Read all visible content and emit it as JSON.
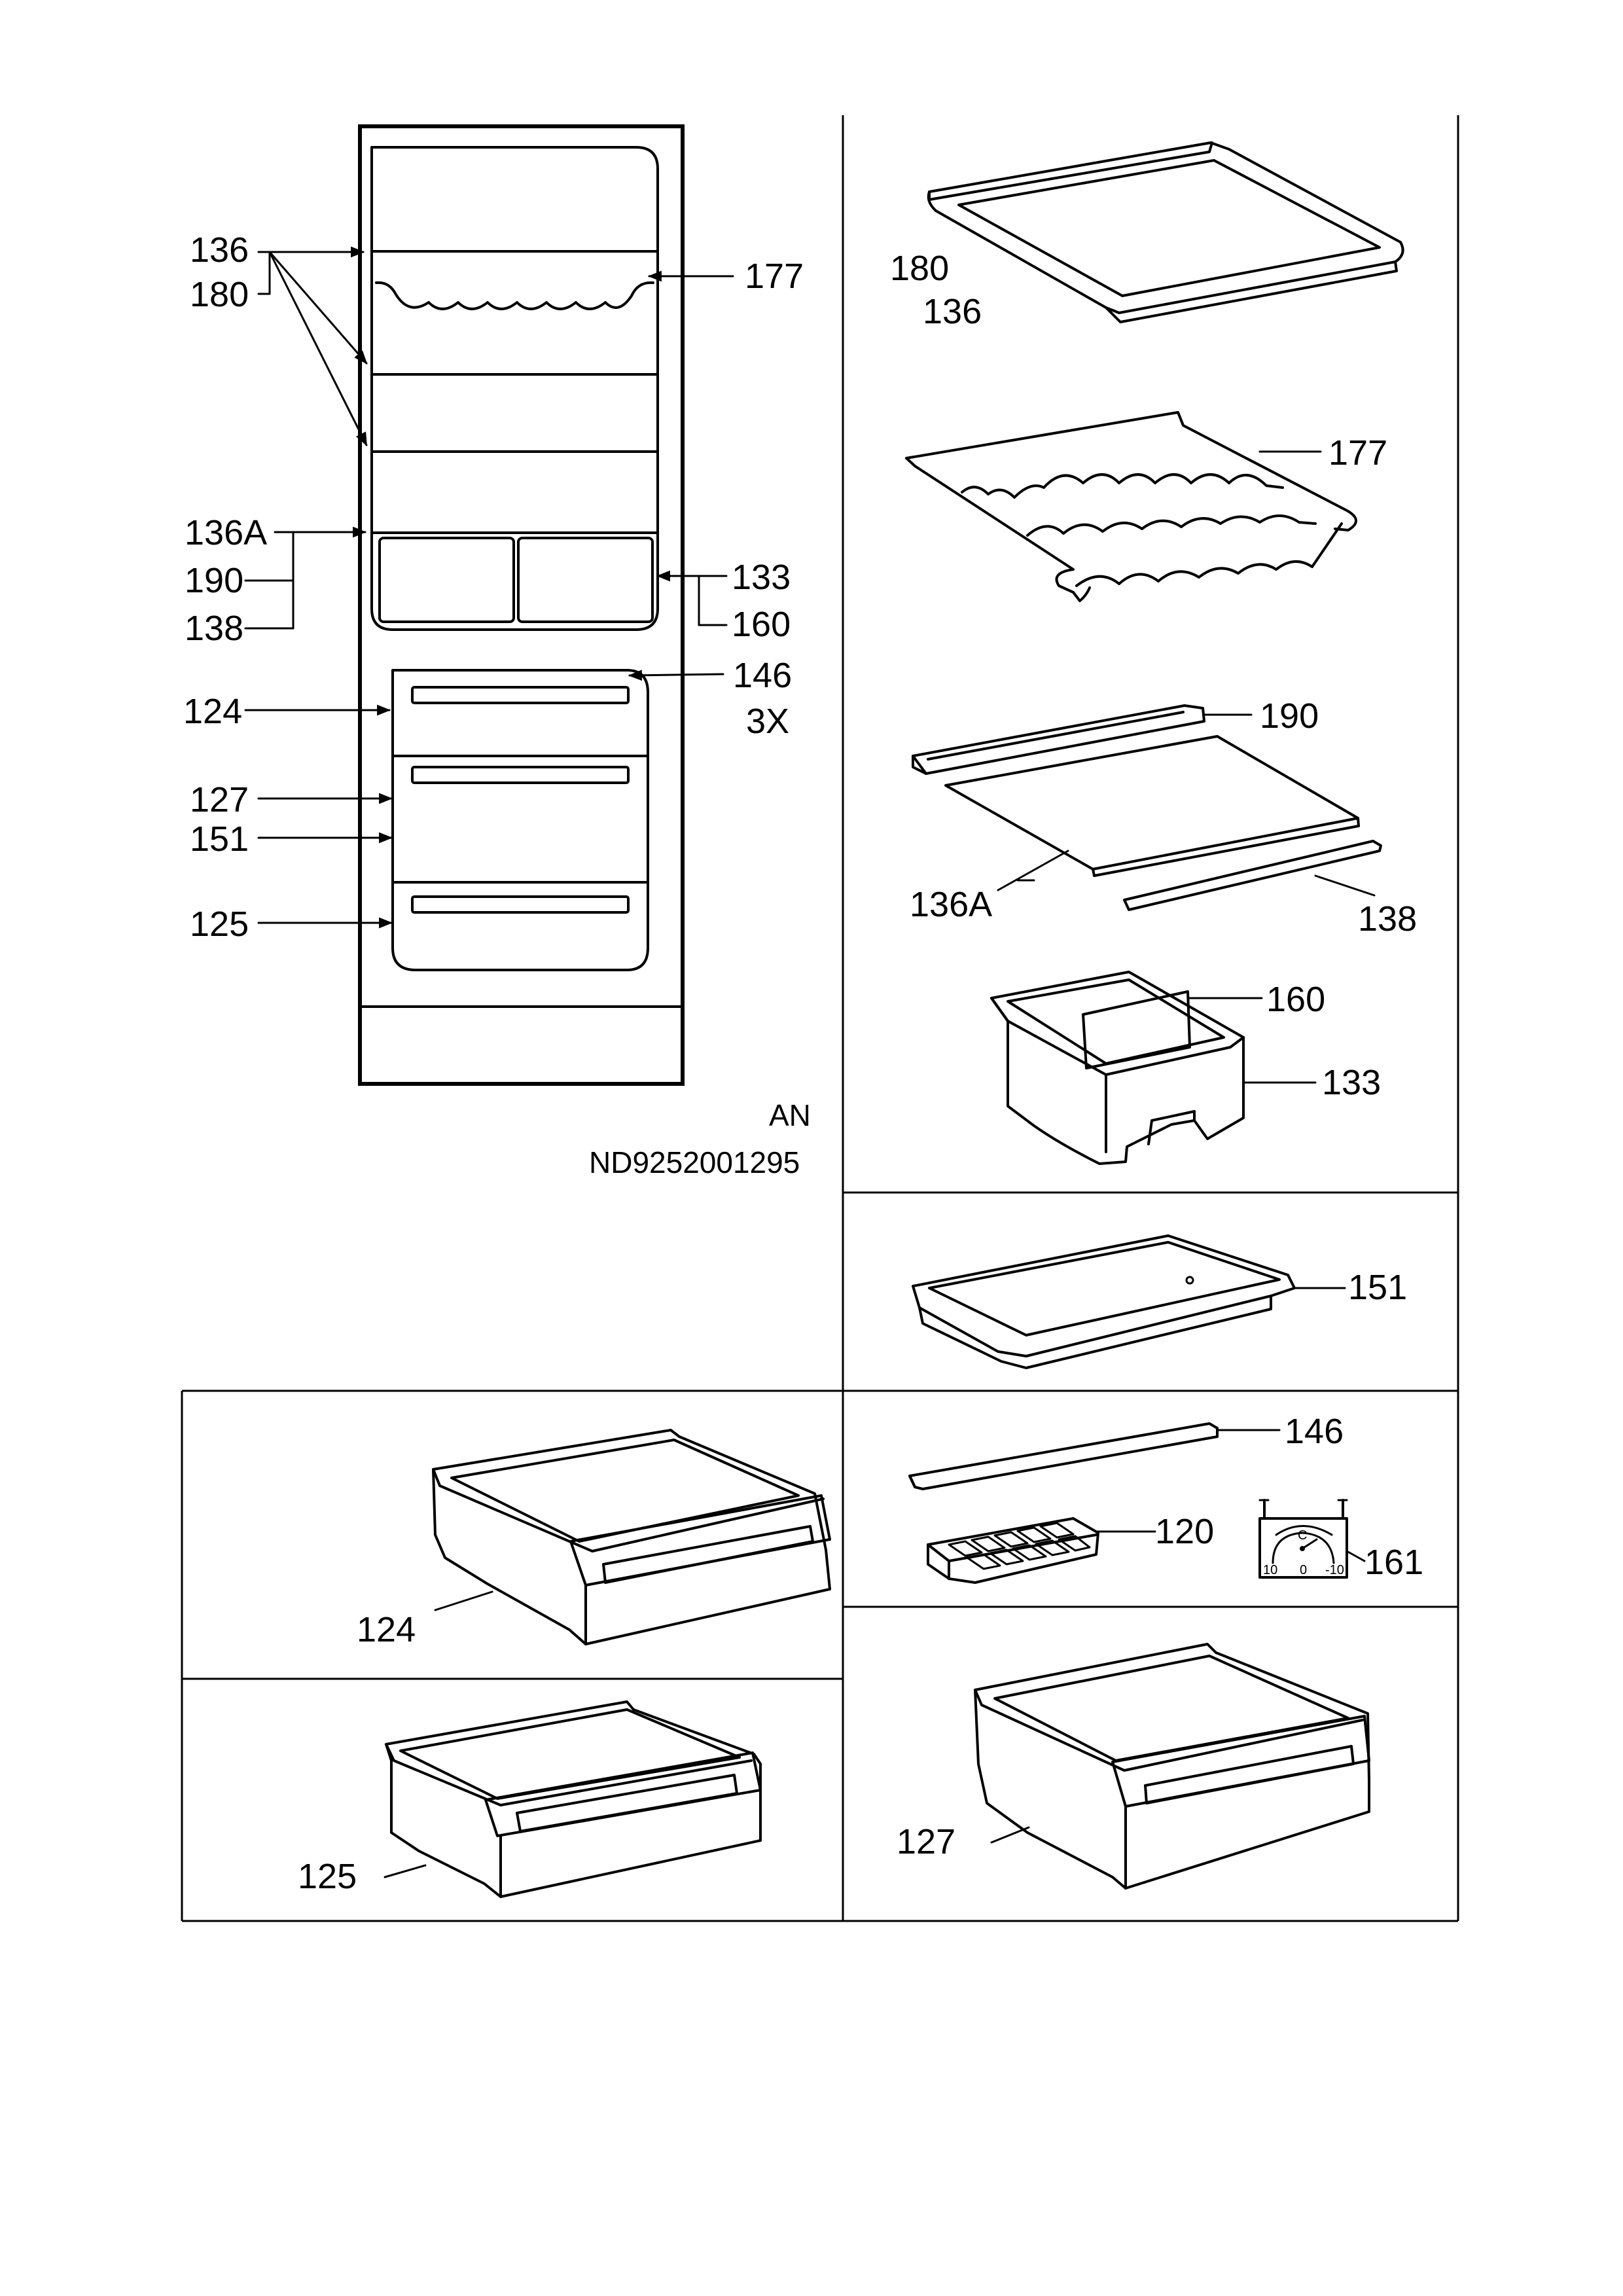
{
  "overview_labels": {
    "l136": "136",
    "l180": "180",
    "l177": "177",
    "l136a": "136A",
    "l190": "190",
    "l138": "138",
    "l133": "133",
    "l160": "160",
    "l146": "146",
    "l3x": "3X",
    "l124": "124",
    "l127": "127",
    "l151": "151",
    "l125": "125"
  },
  "drawing_info": {
    "code": "AN",
    "number": "ND9252001295"
  },
  "parts": {
    "p180": "180",
    "p136": "136",
    "p177": "177",
    "p190": "190",
    "p136a": "136A",
    "p138": "138",
    "p160": "160",
    "p133": "133",
    "p151": "151",
    "p146": "146",
    "p120": "120",
    "p161": "161",
    "p124": "124",
    "p125": "125",
    "p127": "127"
  },
  "dial": {
    "unit": "C",
    "left": "10",
    "mid": "0",
    "right": "-10"
  }
}
